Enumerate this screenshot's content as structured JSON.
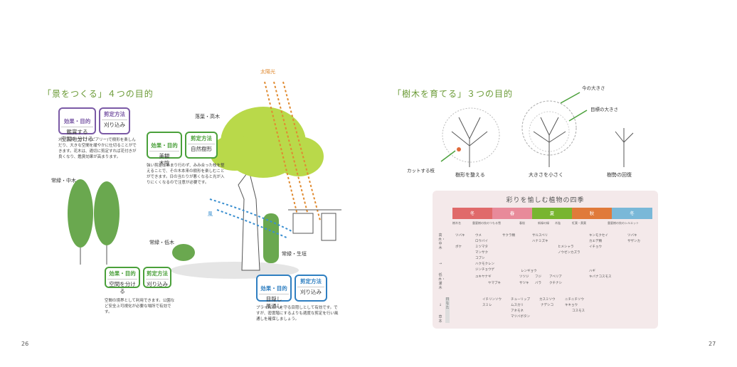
{
  "left": {
    "title": "「景をつくる」４つの目的",
    "sun_label": "太陽光",
    "wind_label": "風",
    "tree_labels": {
      "deciduous_tall": "落葉・高木",
      "evergreen_mid": "常緑・中木",
      "evergreen_low": "常緑・低木",
      "hedge": "常緑・生垣"
    },
    "box1": {
      "head1": "効果・目的",
      "body1": "鑑賞する\n空間を分ける",
      "head2": "剪定方法",
      "body2": "刈り込み"
    },
    "box1_note": "刈り込み仕立て(トピアリー)で樹形を楽しんだり、大きな空間を緩やかに仕切ることができます。花木は、適切に剪定すれば花付きが良くなり、鑑賞効果が高まります。",
    "box2": {
      "head1": "効果・目的",
      "body1": "美観\n木陰",
      "head2": "剪定方法",
      "body2": "自然樹形"
    },
    "box2_note": "強い剪定はあまり行わず、みみ合った枝を整えることで、その木本来の樹形を楽しむことができます。日の当たりが悪くなると光が入りにくくなるので注意が必要です。",
    "box3": {
      "head1": "効果・目的",
      "body1": "空間を分ける",
      "head2": "剪定方法",
      "body2": "刈り込み"
    },
    "box3_note": "空間の境界として利用できます。公園など安全上可視化が必要な場所で有効です。",
    "box4": {
      "head1": "効果・目的",
      "body1": "目隠し\n風通し",
      "head2": "剪定方法",
      "body2": "刈り込み"
    },
    "box4_note": "プライバシーを守る目隠しとして有効です。ですが、密度階にするよりも適度な剪定を行い風通しを確保しましょう。",
    "page_number": "26"
  },
  "right": {
    "title": "「樹木を育てる」３つの目的",
    "labels": {
      "current_size": "今の大きさ",
      "target_size": "目標の大きさ",
      "cut_branch": "カットする枝",
      "shape": "樹形を整える",
      "smaller": "大きさを小さく",
      "recover": "樹勢の回復"
    },
    "panel": {
      "title": "彩りを愉しむ植物の四季",
      "seasons": [
        {
          "name": "冬",
          "color": "#e06a6a"
        },
        {
          "name": "春",
          "color": "#e88a9a"
        },
        {
          "name": "夏",
          "color": "#78b530"
        },
        {
          "name": "秋",
          "color": "#e07a3a"
        },
        {
          "name": "冬",
          "color": "#7ab8d8"
        }
      ],
      "subs": [
        "樹木名",
        "重要樹の枝のつもる雪",
        "春桜",
        "新緑の緑",
        "木陰",
        "紅葉・黄葉",
        "重要樹の枝のシルエット"
      ],
      "row_labels": [
        "高木・中木",
        "→",
        "低木・灌木",
        "↓",
        "草本"
      ],
      "bottom_label": "日なた",
      "plants": [
        [
          "ツバキ",
          "ウメ",
          "サクラ類",
          "サルスベリ",
          "キンモクセイ",
          "ツバキ"
        ],
        [
          "ボケ",
          "ロウバイ",
          "ハナミズキ",
          "カエデ類",
          "サザンカ"
        ],
        [
          "ミツマタ",
          "ヒメシャラ",
          "イチョウ"
        ],
        [
          "マンサク",
          "ノウゼンカズラ"
        ],
        [
          "コブシ"
        ],
        [
          "ハクモクレン"
        ],
        [
          "ジンチョウゲ",
          "レンギョウ",
          "ハギ"
        ],
        [
          "ユキヤナギ",
          "ツツジ",
          "フジ",
          "アベリア",
          "キバナコスモス"
        ],
        [
          "ヤマブキ",
          "サツキ",
          "バラ",
          "クチナシ"
        ],
        [
          "イチリンソウ",
          "チューリップ",
          "カスミソウ",
          "ニチニチソウ"
        ],
        [
          "スミレ",
          "ムスカリ",
          "ナデシコ",
          "キキョウ"
        ],
        [
          "アネモネ",
          "コスモス"
        ],
        [
          "マツバボタン"
        ]
      ]
    },
    "page_number": "27"
  }
}
